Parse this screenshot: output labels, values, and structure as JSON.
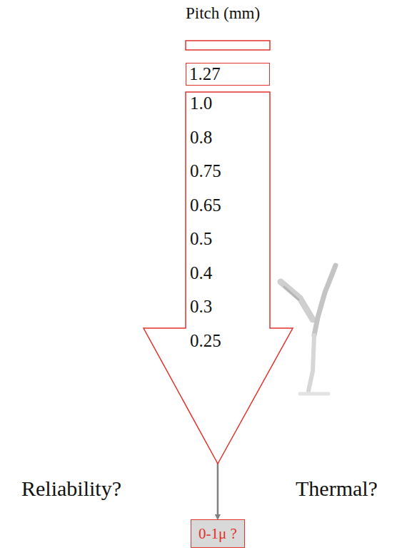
{
  "diagram": {
    "title": "Pitch (mm)",
    "nodes": [
      {
        "text": [
          "1.27"
        ]
      },
      {
        "text": [
          "1.0",
          "0.8",
          "0.75",
          "0.65",
          "0.5",
          "0.4",
          "0.3",
          "0.25"
        ]
      },
      {
        "text": [
          "0-1μ ?"
        ]
      }
    ],
    "edges": [
      {
        "from": 1,
        "to": 2,
        "arrow": "to"
      }
    ],
    "labels": [
      "Reliability?",
      "Thermal?"
    ]
  }
}
